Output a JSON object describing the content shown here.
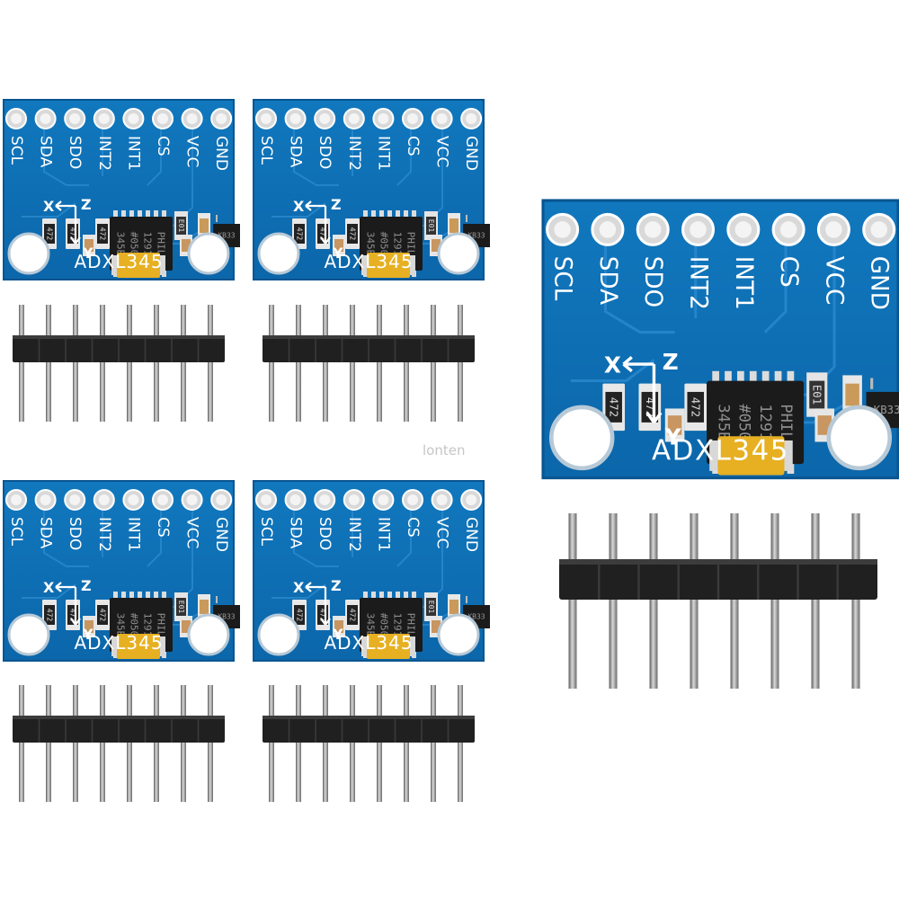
{
  "module": {
    "pins": [
      "SCL",
      "SDA",
      "SDO",
      "INT2",
      "INT1",
      "CS",
      "VCC",
      "GND"
    ],
    "title": "ADXL345",
    "axis_x": "X",
    "axis_y": "Y",
    "axis_z": "Z",
    "chip_lines": [
      "345B",
      "#050",
      "1291",
      "PHIL"
    ],
    "resistor_code": "472",
    "capacitor_code": "E01",
    "regulator_code": "KB33"
  },
  "watermark": "lonten",
  "colors": {
    "board": "#0f72b8",
    "board_edge": "#0a5590",
    "trace": "#2a8ad0",
    "silkscreen": "#ffffff",
    "header_plastic": "#202020",
    "header_pin": "#8c8c8c",
    "tantalum": "#e6b022",
    "chip": "#1b1b1b"
  }
}
